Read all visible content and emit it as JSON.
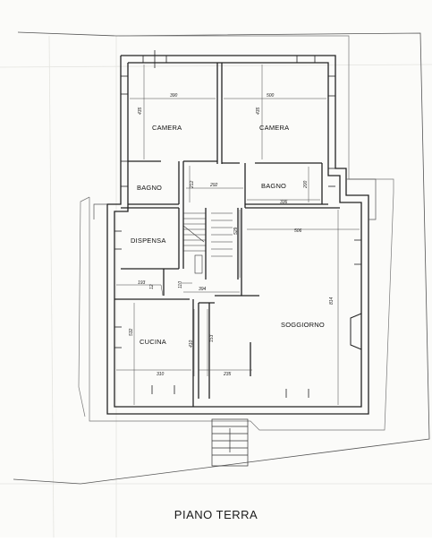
{
  "rooms": {
    "camera_left": "CAMERA",
    "camera_right": "CAMERA",
    "bagno_left": "BAGNO",
    "bagno_right": "BAGNO",
    "dispensa": "DISPENSA",
    "cucina": "CUCINA",
    "soggiorno": "SOGGIORNO"
  },
  "dimensions": {
    "camera_left_width": "390",
    "camera_right_width": "500",
    "camera_left_depth": "435",
    "camera_right_depth": "435",
    "bagno_left_depth": "212",
    "corridor_width": "292",
    "bagno_right_depth": "200",
    "bagno_right_width": "336",
    "soggiorno_width": "506",
    "stair_depth": "529",
    "dispensa_width": "193",
    "small_a": "12",
    "small_b": "110",
    "hall_width": "394",
    "cucina_depth": "532",
    "kitchen_inner_depth": "410",
    "hall_depth": "153",
    "soggiorno_depth": "814",
    "cucina_width": "310",
    "hall_bottom_width": "235"
  },
  "caption": "PIANO TERRA"
}
